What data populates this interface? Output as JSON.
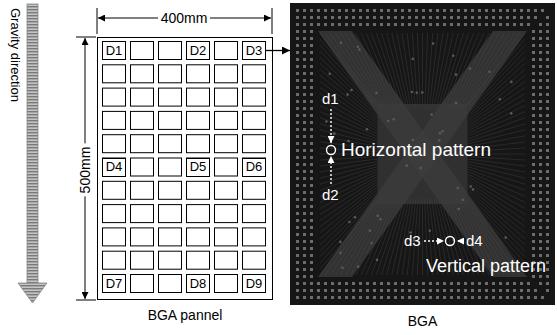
{
  "diagram": {
    "nodes": [
      {
        "text": [
          "BGA pannel"
        ]
      },
      {
        "text": [
          "D1"
        ],
        "in": 0
      },
      {
        "text": [
          "D2"
        ],
        "in": 0
      },
      {
        "text": [
          "D3"
        ],
        "in": 0
      },
      {
        "text": [
          "D4"
        ],
        "in": 0
      },
      {
        "text": [
          "D5"
        ],
        "in": 0
      },
      {
        "text": [
          "D6"
        ],
        "in": 0
      },
      {
        "text": [
          "D7"
        ],
        "in": 0
      },
      {
        "text": [
          "D8"
        ],
        "in": 0
      },
      {
        "text": [
          "D9"
        ],
        "in": 0
      },
      {
        "text": [
          "BGA"
        ]
      }
    ],
    "edges": [
      {
        "from": 3,
        "to": 10,
        "arrow": "to"
      }
    ],
    "labels": [
      "Gravity direction",
      "400mm",
      "500mm",
      "d1",
      "Horizontal pattern",
      "d2",
      "d3",
      "d4",
      "Vertical pattern"
    ]
  }
}
